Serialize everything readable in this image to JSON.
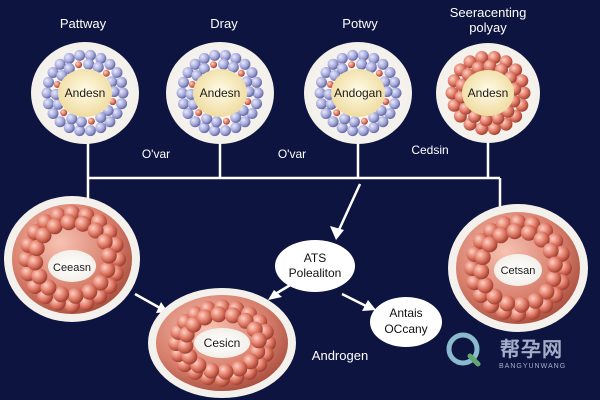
{
  "labels": {
    "top1": "Pattway",
    "top2": "Dray",
    "top3": "Potwy",
    "top4a": "Seeracenting",
    "top4b": "polyay",
    "mid1": "O'var",
    "mid2": "O'var",
    "mid3": "Cedsin",
    "bottom": "Androgen"
  },
  "cells": {
    "c1": "Andesn",
    "c2": "Andesn",
    "c3": "Andogan",
    "c4": "Andesn",
    "c5": "Ceeasn",
    "c6": "Cesicn",
    "c7": "Cetsan"
  },
  "bubbles": {
    "b1a": "ATS",
    "b1b": "Polealiton",
    "b2a": "Antais",
    "b2b": "OCcany"
  },
  "watermark": {
    "cn": "帮孕网",
    "en": "BANGYUNWANG"
  },
  "colors": {
    "background": "#0e1440",
    "bead_blue": "#9fa3d6",
    "bead_red": "#c94a3d",
    "cell_pink": "#d9786a",
    "center_cream": "#f6e7b4",
    "connector": "#ffffff"
  }
}
